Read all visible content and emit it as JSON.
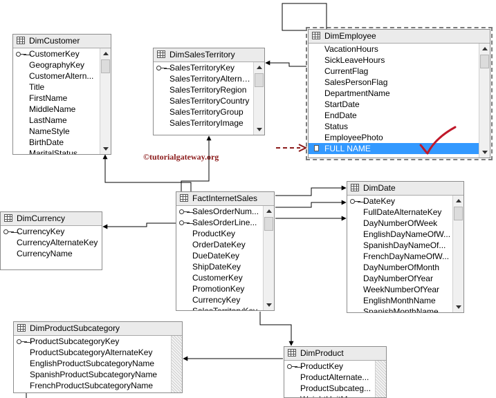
{
  "watermark": "©tutorialgateway.org",
  "colors": {
    "selection": "#3399ff",
    "annotation": "#8b1a1a",
    "check": "#c0182a"
  },
  "tables": {
    "dim_customer": {
      "title": "DimCustomer",
      "columns": [
        {
          "name": "CustomerKey",
          "key": true
        },
        {
          "name": "GeographyKey"
        },
        {
          "name": "CustomerAltern..."
        },
        {
          "name": "Title"
        },
        {
          "name": "FirstName"
        },
        {
          "name": "MiddleName"
        },
        {
          "name": "LastName"
        },
        {
          "name": "NameStyle"
        },
        {
          "name": "BirthDate"
        },
        {
          "name": "MaritalStatus"
        }
      ]
    },
    "dim_sales_territory": {
      "title": "DimSalesTerritory",
      "columns": [
        {
          "name": "SalesTerritoryKey",
          "key": true
        },
        {
          "name": "SalesTerritoryAlternat..."
        },
        {
          "name": "SalesTerritoryRegion"
        },
        {
          "name": "SalesTerritoryCountry"
        },
        {
          "name": "SalesTerritoryGroup"
        },
        {
          "name": "SalesTerritoryImage"
        }
      ]
    },
    "dim_employee": {
      "title": "DimEmployee",
      "columns": [
        {
          "name": "VacationHours"
        },
        {
          "name": "SickLeaveHours"
        },
        {
          "name": "CurrentFlag"
        },
        {
          "name": "SalesPersonFlag"
        },
        {
          "name": "DepartmentName"
        },
        {
          "name": "StartDate"
        },
        {
          "name": "EndDate"
        },
        {
          "name": "Status"
        },
        {
          "name": "EmployeePhoto"
        },
        {
          "name": "FULL NAME",
          "selected": true,
          "computed": true
        }
      ]
    },
    "fact_internet_sales": {
      "title": "FactInternetSales",
      "columns": [
        {
          "name": "SalesOrderNum...",
          "key": true
        },
        {
          "name": "SalesOrderLine...",
          "key": true
        },
        {
          "name": "ProductKey"
        },
        {
          "name": "OrderDateKey"
        },
        {
          "name": "DueDateKey"
        },
        {
          "name": "ShipDateKey"
        },
        {
          "name": "CustomerKey"
        },
        {
          "name": "PromotionKey"
        },
        {
          "name": "CurrencyKey"
        },
        {
          "name": "SalesTerritoryKey"
        }
      ]
    },
    "dim_currency": {
      "title": "DimCurrency",
      "columns": [
        {
          "name": "CurrencyKey",
          "key": true
        },
        {
          "name": "CurrencyAlternateKey"
        },
        {
          "name": "CurrencyName"
        }
      ]
    },
    "dim_date": {
      "title": "DimDate",
      "columns": [
        {
          "name": "DateKey",
          "key": true
        },
        {
          "name": "FullDateAlternateKey"
        },
        {
          "name": "DayNumberOfWeek"
        },
        {
          "name": "EnglishDayNameOfW..."
        },
        {
          "name": "SpanishDayNameOf..."
        },
        {
          "name": "FrenchDayNameOfW..."
        },
        {
          "name": "DayNumberOfMonth"
        },
        {
          "name": "DayNumberOfYear"
        },
        {
          "name": "WeekNumberOfYear"
        },
        {
          "name": "EnglishMonthName"
        },
        {
          "name": "SpanishMonthName"
        }
      ]
    },
    "dim_product_subcategory": {
      "title": "DimProductSubcategory",
      "columns": [
        {
          "name": "ProductSubcategoryKey",
          "key": true
        },
        {
          "name": "ProductSubcategoryAlternateKey"
        },
        {
          "name": "EnglishProductSubcategoryName"
        },
        {
          "name": "SpanishProductSubcategoryName"
        },
        {
          "name": "FrenchProductSubcategoryName"
        }
      ]
    },
    "dim_product": {
      "title": "DimProduct",
      "columns": [
        {
          "name": "ProductKey",
          "key": true
        },
        {
          "name": "ProductAlternate..."
        },
        {
          "name": "ProductSubcateg..."
        },
        {
          "name": "WeightUnitMeasureCode"
        }
      ]
    }
  }
}
